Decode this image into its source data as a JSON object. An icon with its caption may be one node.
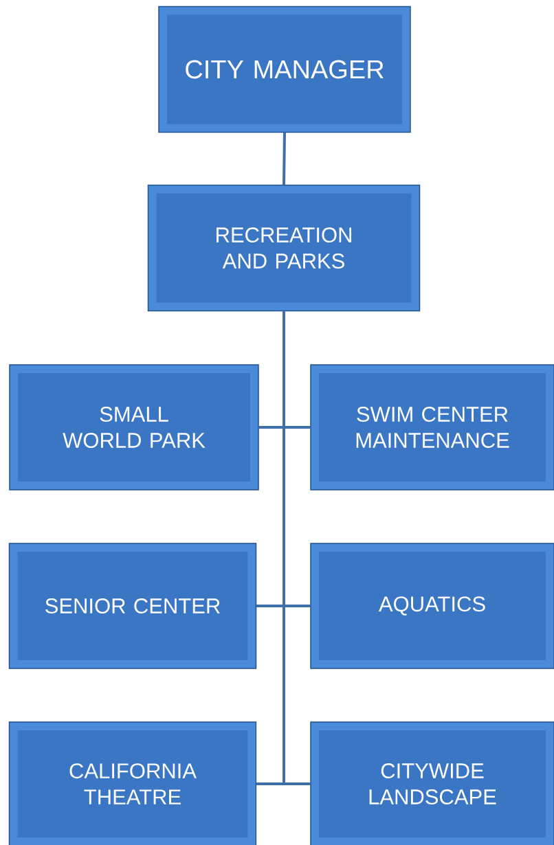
{
  "diagram": {
    "nodes": [
      {
        "text": [
          "CITY MANAGER"
        ]
      },
      {
        "text": [
          "RECREATION AND PARKS"
        ]
      },
      {
        "text": [
          "SMALL WORLD PARK"
        ]
      },
      {
        "text": [
          "SWIM CENTER MAINTENANCE"
        ]
      },
      {
        "text": [
          "SENIOR CENTER"
        ]
      },
      {
        "text": [
          "AQUATICS"
        ]
      },
      {
        "text": [
          "CALIFORNIA THEATRE"
        ]
      },
      {
        "text": [
          "CITYWIDE LANDSCAPE"
        ]
      }
    ],
    "edges": [
      {
        "from": 0,
        "to": 1,
        "arrow": "none"
      },
      {
        "from": 1,
        "to": 2,
        "arrow": "none"
      },
      {
        "from": 1,
        "to": 3,
        "arrow": "none"
      },
      {
        "from": 1,
        "to": 4,
        "arrow": "none"
      },
      {
        "from": 1,
        "to": 5,
        "arrow": "none"
      },
      {
        "from": 1,
        "to": 6,
        "arrow": "none"
      },
      {
        "from": 1,
        "to": 7,
        "arrow": "none"
      }
    ]
  }
}
